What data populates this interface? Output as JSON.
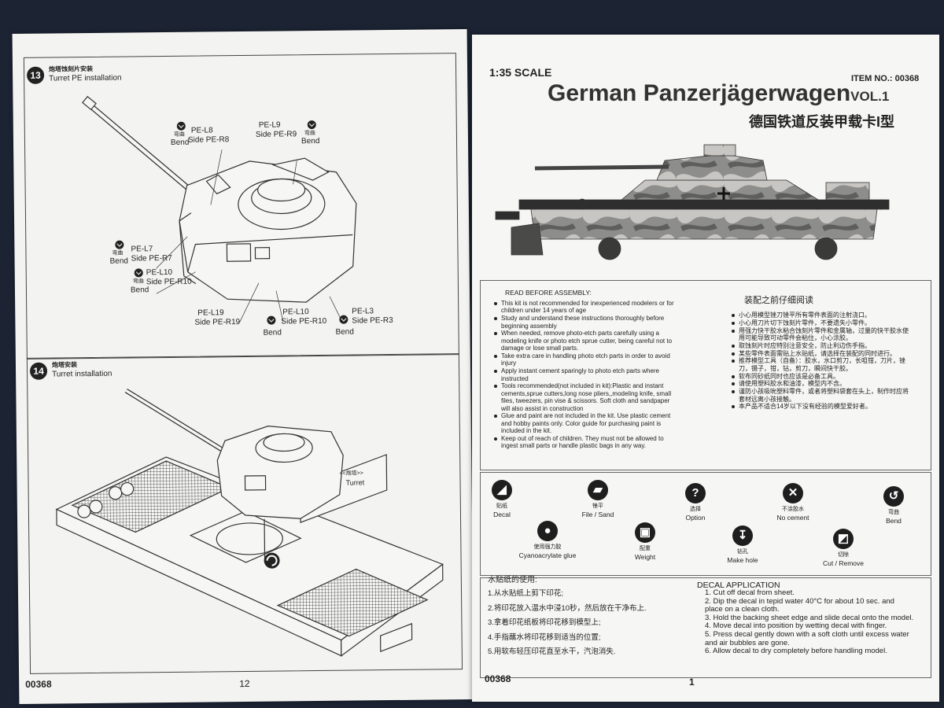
{
  "left_page": {
    "step13": {
      "number": "13",
      "title_cn": "炮塔蚀刻片安装",
      "title_en": "Turret PE  installation",
      "callouts": [
        {
          "id": "pe-l8",
          "label": "PE-L8",
          "side": "Side PE-R8",
          "bend_cn": "弯曲",
          "bend_en": "Bend"
        },
        {
          "id": "pe-l9",
          "label": "PE-L9",
          "side": "Side PE-R9",
          "bend_cn": "弯曲",
          "bend_en": "Bend"
        },
        {
          "id": "pe-l7",
          "label": "PE-L7",
          "side": "Side PE-R7",
          "bend_cn": "弯曲",
          "bend_en": "Bend"
        },
        {
          "id": "pe-l10a",
          "label": "PE-L10",
          "side": "Side PE-R10",
          "bend_cn": "弯曲",
          "bend_en": "Bend"
        },
        {
          "id": "pe-l19",
          "label": "PE-L19",
          "side": "Side PE-R19"
        },
        {
          "id": "pe-l10b",
          "label": "PE-L10",
          "side": "Side PE-R10",
          "bend_cn": "弯曲",
          "bend_en": "Bend"
        },
        {
          "id": "pe-l3",
          "label": "PE-L3",
          "side": "Side PE-R3",
          "bend_cn": "弯曲",
          "bend_en": "Bend"
        }
      ]
    },
    "step14": {
      "number": "14",
      "title_cn": "炮塔安装",
      "title_en": "Turret installation",
      "turret_cn": "<<炮塔>>",
      "turret_en": "Turret"
    },
    "footer_item": "00368",
    "footer_page": "12"
  },
  "right_page": {
    "scale": "1:35 SCALE",
    "item_no": "ITEM NO.: 00368",
    "title": "German Panzerjägerwagen",
    "title_vol": "VOL.1",
    "title_cn": "德国铁道反装甲载卡I型",
    "read_before": {
      "heading": "READ BEFORE ASSEMBLY:",
      "items": [
        "This kit is not recommended for inexperienced modelers or for children under 14 years of age",
        "Study and understand these instructions thoroughly before beginning assembly",
        "When needed, remove photo-etch parts carefully using a modeling knife or photo etch sprue cutter, being careful not to damage or lose small parts.",
        "Take extra care in handling photo etch parts in order to avoid injury",
        "Apply instant cement sparingly to photo etch parts where instructed",
        "Tools recommended(not included in kit):Plastic and instant cements,sprue cutters,long nose pliers,,modeling knife, small files, tweezers, pin vise & scissors. Soft cloth and sandpaper will also assist in construction",
        "Glue and paint are not included in the kit. Use plastic cement and hobby paints only. Color guide for purchasing paint is included in the kit.",
        "Keep out of reach of children. They must not be allowed to ingest small parts or handle plastic bags in any way."
      ]
    },
    "read_before_cn": {
      "heading": "装配之前仔细阅读",
      "items": [
        "小心用模型锉刀锉平所有零件表面的注射浇口。",
        "小心用刀片切下蚀刻片零件，不要遗失小零件。",
        "用强力快干胶水粘合蚀刻片零件和金属轴，过量的快干胶水使用可能导致可动零件会粘住，小心涂胶。",
        "取蚀刻片时应特别注意安全，防止利边伤手指。",
        "某些零件表面需贴上水贴纸，请选择在装配的同时进行。",
        "推荐模型工具（自备）：胶水，水口剪刀，长咀钳，刀片，锉刀，镊子，钳，钻，剪刀，瞬间快干胶。",
        "软布同砂纸同时也应该是必备工具。",
        "请使用塑料胶水和油漆，模型内不含。",
        "谨防小孩吸吮塑料零件，或者将塑料袋套在头上，制作时应将套材远离小孩接触。",
        "本产品不适合14岁以下没有经验的模型爱好者。"
      ]
    },
    "symbols": [
      {
        "id": "decal",
        "icon": "decal-icon",
        "glyph": "◢",
        "cn": "贴纸",
        "en": "Decal"
      },
      {
        "id": "file",
        "icon": "file-icon",
        "glyph": "▰",
        "cn": "锉平",
        "en": "File / Sand"
      },
      {
        "id": "option",
        "icon": "question-icon",
        "glyph": "?",
        "cn": "选择",
        "en": "Option"
      },
      {
        "id": "no-cement",
        "icon": "no-cement-icon",
        "glyph": "✕",
        "cn": "不涂胶水",
        "en": "No cement"
      },
      {
        "id": "bend",
        "icon": "bend-icon",
        "glyph": "↺",
        "cn": "弯曲",
        "en": "Bend"
      },
      {
        "id": "cyano",
        "icon": "glue-drop-icon",
        "glyph": "●",
        "cn": "使用强力胶",
        "en": "Cyanoacrylate glue"
      },
      {
        "id": "weight",
        "icon": "weight-icon",
        "glyph": "▣",
        "cn": "配重",
        "en": "Weight"
      },
      {
        "id": "drill",
        "icon": "drill-icon",
        "glyph": "↧",
        "cn": "钻孔",
        "en": "Make hole"
      },
      {
        "id": "cut",
        "icon": "cut-icon",
        "glyph": "◩",
        "cn": "切除",
        "en": "Cut / Remove"
      }
    ],
    "decal_cn": {
      "heading": "水贴纸的使用:",
      "items": [
        "1.从水贴纸上剪下印花;",
        "2.将印花放入温水中浸10秒，然后放在干净布上.",
        "3.拿着印花纸板将印花移到模型上;",
        "4.手指蘸水将印花移到适当的位置;",
        "5.用软布轻压印花直至水干，汽泡消失."
      ]
    },
    "decal_en": {
      "heading": "DECAL APPLICATION",
      "items": [
        "1. Cut off decal from sheet.",
        "2. Dip the decal in tepid water 40°C for about 10 sec. and place on a clean cloth.",
        "3. Hold the backing sheet edge and slide decal onto the model.",
        "4. Move decal into position by wetting decal with finger.",
        "5. Press decal gently down with a soft cloth until excess water and air bubbles are gone.",
        "6. Allow decal to dry completely before handling model."
      ]
    },
    "footer_item": "00368",
    "footer_page": "1"
  }
}
